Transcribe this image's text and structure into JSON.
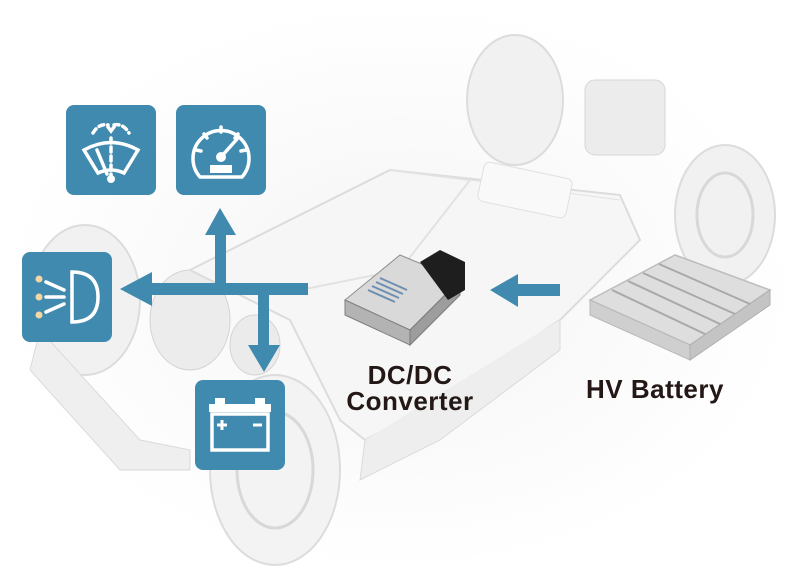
{
  "diagram": {
    "labels": {
      "converter_line1": "DC/DC",
      "converter_line2": "Converter",
      "battery": "HV Battery"
    },
    "icons": [
      {
        "name": "windshield-wiper-icon",
        "meaning": "Wiper"
      },
      {
        "name": "speedometer-icon",
        "meaning": "Instrument cluster"
      },
      {
        "name": "headlight-icon",
        "meaning": "Headlight"
      },
      {
        "name": "car-battery-icon",
        "meaning": "12V battery"
      }
    ],
    "colors": {
      "accent": "#3f8aae",
      "label_text": "#231815",
      "chassis": "#e9e9e9",
      "converter_body": "#c8c8c8",
      "converter_connector": "#1e1e1e"
    },
    "flows": [
      {
        "from": "HV Battery",
        "to": "DC/DC Converter"
      },
      {
        "from": "DC/DC Converter",
        "to": "Headlight"
      },
      {
        "from": "DC/DC Converter",
        "to": "Instrument cluster"
      },
      {
        "from": "DC/DC Converter",
        "to": "12V battery"
      }
    ]
  }
}
